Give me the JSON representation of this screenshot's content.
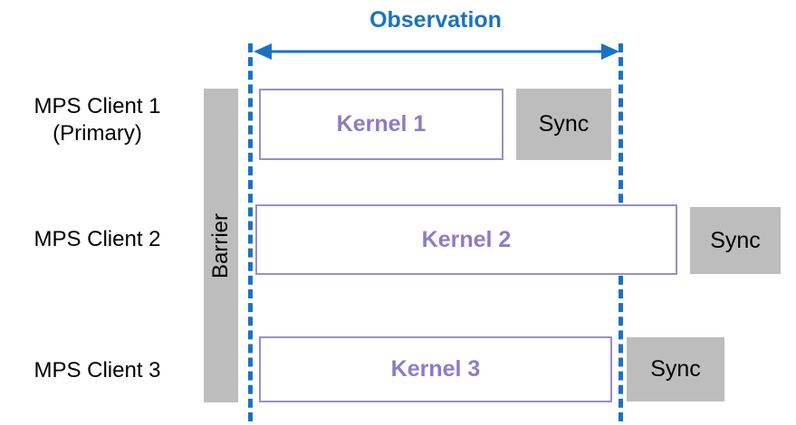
{
  "diagram": {
    "title": "Observation",
    "barrier_label": "Barrier",
    "accent_blue": "#1a73c0",
    "kernel_purple": "#8e7cc3",
    "kernel_border": "#9b8ec4",
    "sync_gray": "#bdbdbd",
    "rows": [
      {
        "label_line1": "MPS Client 1",
        "label_line2": "(Primary)",
        "kernel_label": "Kernel 1",
        "sync_label": "Sync"
      },
      {
        "label_line1": "MPS Client 2",
        "label_line2": "",
        "kernel_label": "Kernel 2",
        "sync_label": "Sync"
      },
      {
        "label_line1": "MPS Client 3",
        "label_line2": "",
        "kernel_label": "Kernel 3",
        "sync_label": "Sync"
      }
    ]
  }
}
